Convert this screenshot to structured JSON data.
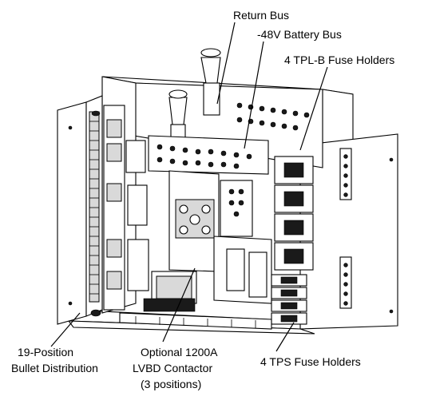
{
  "diagram": {
    "labels": {
      "return_bus": "Return Bus",
      "battery_bus": "-48V Battery Bus",
      "tplb_fuse": "4 TPL-B Fuse Holders",
      "bullet_line1": "19-Position",
      "bullet_line2": "Bullet Distribution",
      "lvbd_line1": "Optional 1200A",
      "lvbd_line2": "LVBD Contactor",
      "lvbd_line3": "(3 positions)",
      "tps_fuse": "4 TPS Fuse Holders"
    },
    "colors": {
      "line": "#000000",
      "background": "#ffffff",
      "panel_fill": "#ffffff",
      "shade": "#d9d9d9"
    }
  }
}
